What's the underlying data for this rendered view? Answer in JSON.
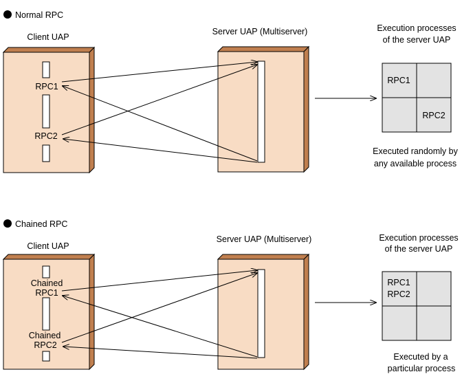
{
  "colors": {
    "box_front": "#f8dcc4",
    "box_side": "#c07f4f",
    "grid_fill": "#e3e3e3",
    "line": "#000000"
  },
  "icons": {
    "bullet": "black-circle-bullet-icon"
  },
  "normal": {
    "heading": "Normal RPC",
    "client_label": "Client UAP",
    "server_label": "Server UAP (Multiserver)",
    "exec_title_line1": "Execution processes",
    "exec_title_line2": "of the server UAP",
    "rpc1_label": "RPC1",
    "rpc2_label": "RPC2",
    "cell_rpc1": "RPC1",
    "cell_rpc2": "RPC2",
    "note_line1": "Executed randomly by",
    "note_line2": "any available process"
  },
  "chained": {
    "heading": "Chained RPC",
    "client_label": "Client UAP",
    "server_label": "Server UAP (Multiserver)",
    "exec_title_line1": "Execution processes",
    "exec_title_line2": "of the server UAP",
    "rpc1_label_line1": "Chained",
    "rpc1_label_line2": "RPC1",
    "rpc2_label_line1": "Chained",
    "rpc2_label_line2": "RPC2",
    "cell_rpc1": "RPC1",
    "cell_rpc2": "RPC2",
    "note_line1": "Executed by a",
    "note_line2": "particular process"
  }
}
